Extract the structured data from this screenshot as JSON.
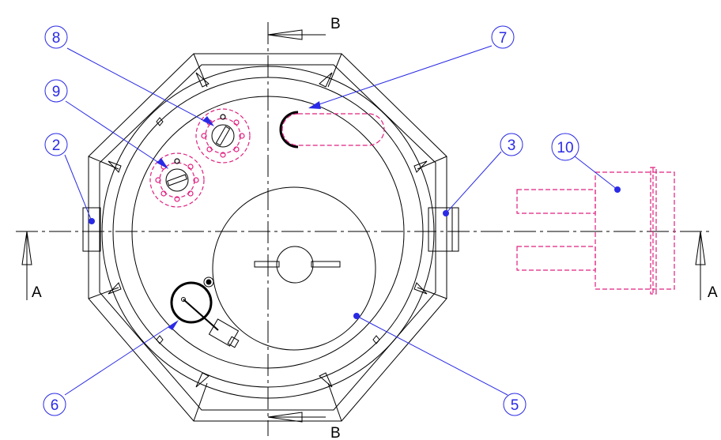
{
  "colors": {
    "outline": "#000000",
    "callout": "#2a2ae6",
    "dashed_part": "#e0207f",
    "background": "#ffffff"
  },
  "section_labels": {
    "a_left": "A",
    "a_right": "A",
    "b_top": "B",
    "b_bottom": "B"
  },
  "callouts": {
    "c2": "2",
    "c3": "3",
    "c5": "5",
    "c6": "6",
    "c7": "7",
    "c8": "8",
    "c9": "9",
    "c10": "10"
  }
}
